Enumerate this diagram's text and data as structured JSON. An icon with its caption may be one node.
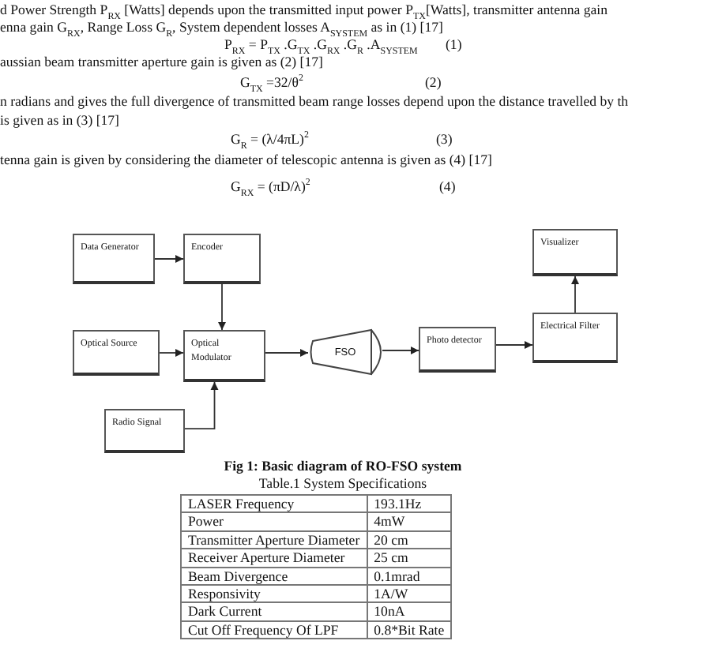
{
  "diagram": {
    "caption": "Fig 1:  Basic diagram of RO-FSO system",
    "nodes": [
      {
        "text": [
          "Data Generator"
        ]
      },
      {
        "text": [
          "Encoder"
        ]
      },
      {
        "text": [
          "Optical Source"
        ]
      },
      {
        "text": [
          "Optical Modulator"
        ]
      },
      {
        "text": [
          "FSO"
        ]
      },
      {
        "text": [
          "Photo detector"
        ]
      },
      {
        "text": [
          "Electrical Filter"
        ]
      },
      {
        "text": [
          "Visualizer"
        ]
      },
      {
        "text": [
          "Radio Signal"
        ]
      }
    ],
    "edges": [
      {
        "from": 0,
        "to": 1,
        "arrow": "to"
      },
      {
        "from": 1,
        "to": 3,
        "arrow": "to"
      },
      {
        "from": 2,
        "to": 3,
        "arrow": "to"
      },
      {
        "from": 3,
        "to": 4,
        "arrow": "to"
      },
      {
        "from": 4,
        "to": 5,
        "arrow": "to"
      },
      {
        "from": 5,
        "to": 6,
        "arrow": "to"
      },
      {
        "from": 6,
        "to": 7,
        "arrow": "to"
      },
      {
        "from": 8,
        "to": 3,
        "arrow": "to"
      }
    ],
    "labels": [
      "d Power Strength P$_{RX}$ [Watts] depends upon the transmitted input power P$_{TX}$[Watts], transmitter antenna gain",
      "enna gain G$_{RX}$, Range Loss G$_{R}$, System dependent losses A$_{SYSTEM}$ as in (1) [17]",
      "P$_{RX}$ = P$_{TX}$ .G$_{TX}$ .G$_{RX}$ .G$_{R}$ .A$_{SYSTEM}$",
      "(1)",
      "aussian beam transmitter aperture gain is given as (2) [17]",
      "G$_{TX}$ =32/θ$^{2}$",
      "(2)",
      "n radians and gives the full divergence of transmitted beam range losses depend upon the distance travelled by th",
      "is given as in (3) [17]",
      "G$_{R}$ = (λ/4πL)$^{2}$",
      "(3)",
      "tenna gain is given by considering the diameter of telescopic antenna is given as (4) [17]",
      "G$_{RX}$ = (πD/λ)$^{2}$",
      "(4)",
      "Table.1 System Specifications",
      "LASER Frequency",
      "193.1Hz",
      "Power",
      "4mW",
      "Transmitter Aperture Diameter",
      "20 cm",
      "Receiver Aperture Diameter",
      "25 cm",
      "Beam Divergence",
      "0.1mrad",
      "Responsivity",
      "1A/W",
      "Dark Current",
      "10nA",
      "Cut Off Frequency Of LPF",
      "0.8*Bit Rate"
    ]
  }
}
